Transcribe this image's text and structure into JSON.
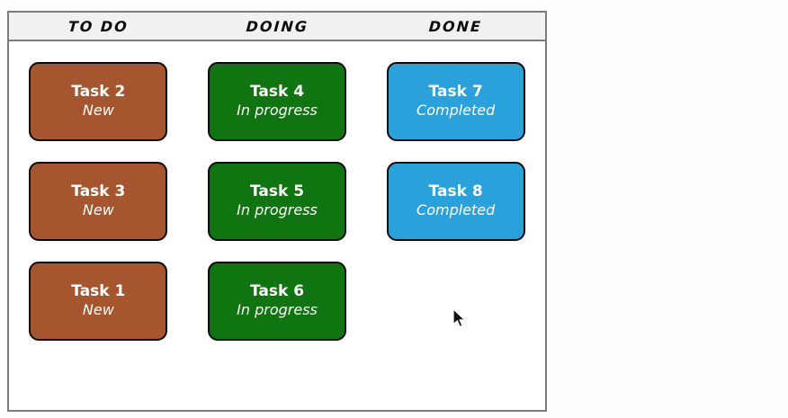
{
  "board": {
    "columns": [
      {
        "label": "TO DO",
        "cards": [
          {
            "title": "Task 2",
            "status": "New"
          },
          {
            "title": "Task 3",
            "status": "New"
          },
          {
            "title": "Task 1",
            "status": "New"
          }
        ]
      },
      {
        "label": "DOING",
        "cards": [
          {
            "title": "Task 4",
            "status": "In progress"
          },
          {
            "title": "Task 5",
            "status": "In progress"
          },
          {
            "title": "Task 6",
            "status": "In progress"
          }
        ]
      },
      {
        "label": "DONE",
        "cards": [
          {
            "title": "Task 7",
            "status": "Completed"
          },
          {
            "title": "Task 8",
            "status": "Completed"
          }
        ]
      }
    ],
    "colors": {
      "todo_card": "#A5562E",
      "doing_card": "#107410",
      "done_card": "#2BA1DC",
      "card_text": "#FFFFFF",
      "card_border": "#0A0A0A",
      "header_bg": "#F1F1F1",
      "board_border": "#7D7D7D"
    }
  }
}
